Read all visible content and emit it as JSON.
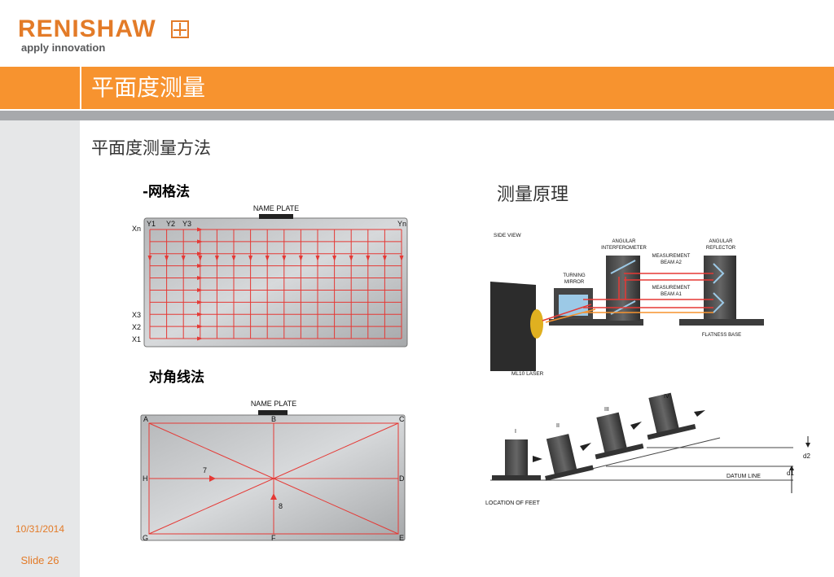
{
  "header": {
    "logo_text": "RENISHAW",
    "tagline": "apply innovation",
    "title": "平面度测量"
  },
  "footer": {
    "date": "10/31/2014",
    "slide": "Slide 26"
  },
  "content": {
    "subtitle": "平面度测量方法",
    "grid_method": "-网格法",
    "diagonal_method": "对角线法",
    "principle": "测量原理"
  },
  "grid_figure": {
    "name_plate": "NAME PLATE",
    "col_labels": [
      "Y1",
      "Y2",
      "Y3",
      "Yn"
    ],
    "row_labels": [
      "Xn",
      "X3",
      "X2",
      "X1"
    ]
  },
  "diagonal_figure": {
    "name_plate": "NAME PLATE",
    "corners": [
      "A",
      "B",
      "C",
      "D",
      "E",
      "F",
      "G",
      "H"
    ],
    "line_numbers": [
      "7",
      "8"
    ]
  },
  "principle_figure": {
    "side_view": "SIDE VIEW",
    "angular_interferometer": [
      "ANGULAR",
      "INTERFEROMETER"
    ],
    "angular_reflector": [
      "ANGULAR",
      "REFLECTOR"
    ],
    "beam_a2": [
      "MEASUREMENT",
      "BEAM A2"
    ],
    "beam_a1": [
      "MEASUREMENT",
      "BEAM A1"
    ],
    "turning_mirror": [
      "TURNING",
      "MIRROR"
    ],
    "flatness_base": "FLATNESS BASE",
    "laser": "ML10 LASER"
  },
  "feet_figure": {
    "positions": [
      "I",
      "II",
      "III",
      "IV"
    ],
    "d2": "d2",
    "d1": "d1",
    "datum_line": "DATUM LINE",
    "location": "LOCATION OF FEET"
  },
  "colors": {
    "orange": "#f7932f",
    "logo_orange": "#e37b28",
    "grid_red": "#e53935"
  }
}
